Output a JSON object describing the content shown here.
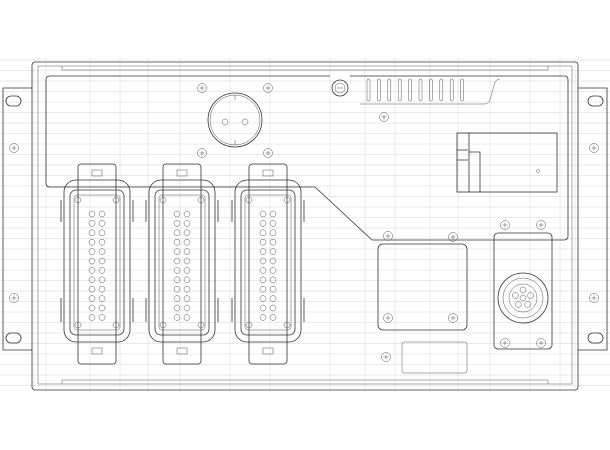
{
  "drawing": {
    "line_color": "#333333",
    "grid_color": "#d6d6d6",
    "background": "#ffffff",
    "connectors": [
      {
        "type": "rectangular-multipin",
        "pin_rows": 12,
        "pin_columns": 2
      },
      {
        "type": "rectangular-multipin",
        "pin_rows": 12,
        "pin_columns": 2
      },
      {
        "type": "rectangular-multipin",
        "pin_rows": 12,
        "pin_columns": 2
      }
    ],
    "round_connector_pins": 6,
    "vent_slots": 10
  }
}
